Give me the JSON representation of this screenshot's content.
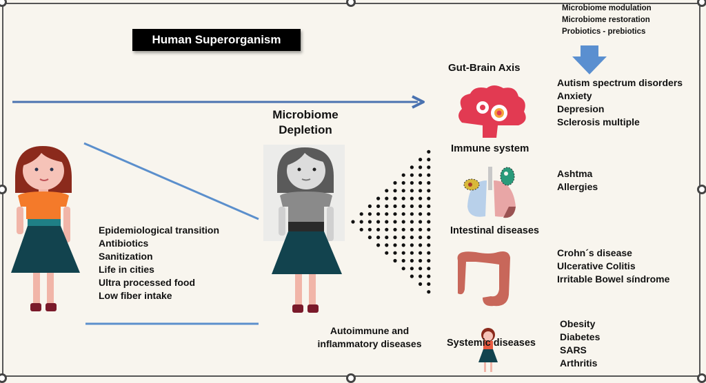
{
  "title": "Human Superorganism",
  "interventions": [
    "Microbiome modulation",
    "Microbiome restoration",
    "Probiotics - prebiotics"
  ],
  "causes": [
    "Epidemiological transition",
    "Antibiotics",
    "Sanitization",
    "Life in cities",
    "Ultra processed food",
    "Low fiber intake"
  ],
  "center_label": {
    "line1": "Microbiome",
    "line2": "Depletion"
  },
  "bottom_center_label": {
    "line1": "Autoimmune and",
    "line2": "inflammatory diseases"
  },
  "categories": [
    {
      "label": "Gut-Brain Axis",
      "icon": "brain-gears-icon",
      "conditions": [
        "Autism spectrum disorders",
        "Anxiety",
        "Depresion",
        "Sclerosis multiple"
      ]
    },
    {
      "label": "Immune system",
      "icon": "lungs-bacteria-icon",
      "conditions": [
        "Ashtma",
        "Allergies"
      ]
    },
    {
      "label": "Intestinal diseases",
      "icon": "colon-icon",
      "conditions": [
        "Crohn´s disease",
        "Ulcerative Colitis",
        "Irritable Bowel síndrome"
      ]
    },
    {
      "label": "Systemic diseases",
      "icon": "small-person-icon",
      "conditions": [
        "Obesity",
        "Diabetes",
        "SARS",
        "Arthritis"
      ]
    }
  ],
  "colors": {
    "arrow": "#4a72b0",
    "line": "#5b8fcc",
    "down_arrow": "#5a8fd0",
    "brain": "#e23a52",
    "colon": "#c8675a",
    "skirt": "#12434e",
    "top": "#f47a2a",
    "hair": "#8b2a1c"
  }
}
